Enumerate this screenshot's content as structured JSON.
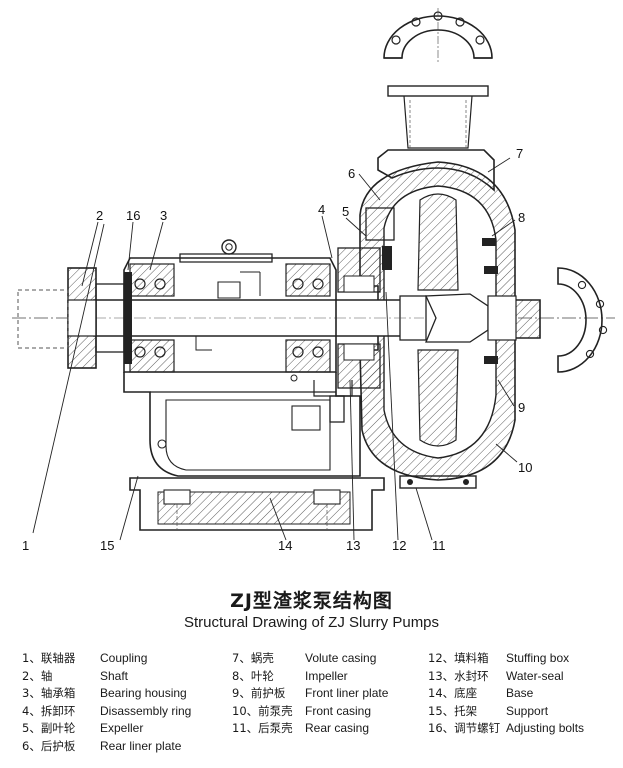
{
  "title_cn": "ZJ型渣浆泵结构图",
  "title_en": "Structural Drawing of ZJ Slurry Pumps",
  "callouts": [
    "1",
    "2",
    "16",
    "3",
    "4",
    "5",
    "6",
    "7",
    "8",
    "9",
    "10",
    "11",
    "12",
    "13",
    "14",
    "15"
  ],
  "legend": {
    "col1": [
      {
        "cn": "1、联轴器",
        "en": "Coupling"
      },
      {
        "cn": "2、轴",
        "en": "Shaft"
      },
      {
        "cn": "3、轴承箱",
        "en": "Bearing housing"
      },
      {
        "cn": "4、拆卸环",
        "en": "Disassembly ring"
      },
      {
        "cn": "5、副叶轮",
        "en": "Expeller"
      },
      {
        "cn": "6、后护板",
        "en": "Rear liner plate"
      }
    ],
    "col2": [
      {
        "cn": "7、蜗壳",
        "en": "Volute casing"
      },
      {
        "cn": "8、叶轮",
        "en": "Impeller"
      },
      {
        "cn": "9、前护板",
        "en": "Front liner plate"
      },
      {
        "cn": "10、前泵壳",
        "en": "Front casing"
      },
      {
        "cn": "11、后泵壳",
        "en": "Rear casing"
      }
    ],
    "col3": [
      {
        "cn": "12、填料箱",
        "en": "Stuffing box"
      },
      {
        "cn": "13、水封环",
        "en": "Water-seal"
      },
      {
        "cn": "14、底座",
        "en": "Base"
      },
      {
        "cn": "15、托架",
        "en": "Support"
      },
      {
        "cn": "16、调节螺钉",
        "en": "Adjusting bolts"
      }
    ]
  }
}
